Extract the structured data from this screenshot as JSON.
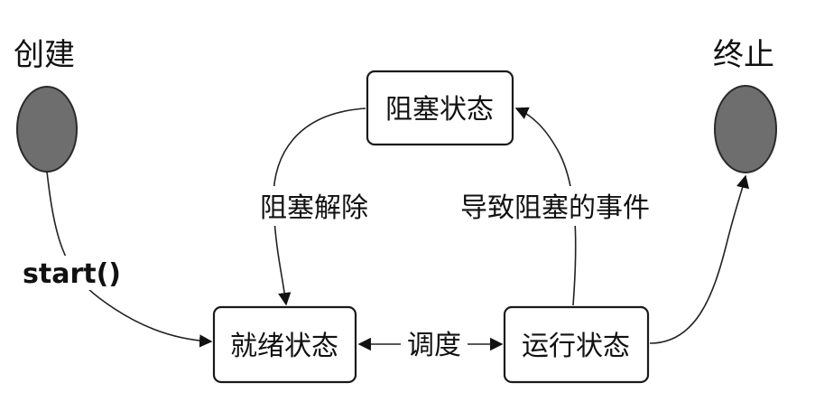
{
  "nodes": {
    "start": {
      "label": "创建"
    },
    "end": {
      "label": "终止"
    },
    "blocked": {
      "label": "阻塞状态"
    },
    "ready": {
      "label": "就绪状态"
    },
    "running": {
      "label": "运行状态"
    }
  },
  "edges": {
    "start_call": "start()",
    "unblock": "阻塞解除",
    "block_event": "导致阻塞的事件",
    "schedule": "调度"
  },
  "colors": {
    "circle_fill": "#6e6e6e",
    "stroke": "#1a1a1a"
  }
}
